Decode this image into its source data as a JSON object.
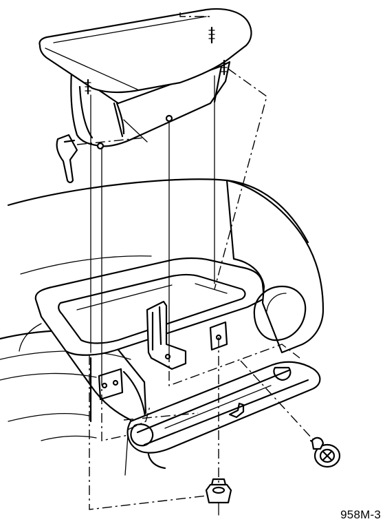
{
  "diagram": {
    "reference_code": "958M-3",
    "ink_color": "#000000",
    "paper_color": "#ffffff",
    "parts": [
      {
        "id": "armrest-lid",
        "icon": "lid-cushion-shape"
      },
      {
        "id": "storage-bin",
        "icon": "tray-shape"
      },
      {
        "id": "console-housing",
        "icon": "housing-shape"
      },
      {
        "id": "hinge-bracket",
        "icon": "bracket-shape"
      },
      {
        "id": "front-trim-panel",
        "icon": "panel-shape"
      },
      {
        "id": "push-pin-retainer",
        "icon": "screw-shape"
      },
      {
        "id": "clip-nut",
        "icon": "nut-shape"
      }
    ]
  }
}
